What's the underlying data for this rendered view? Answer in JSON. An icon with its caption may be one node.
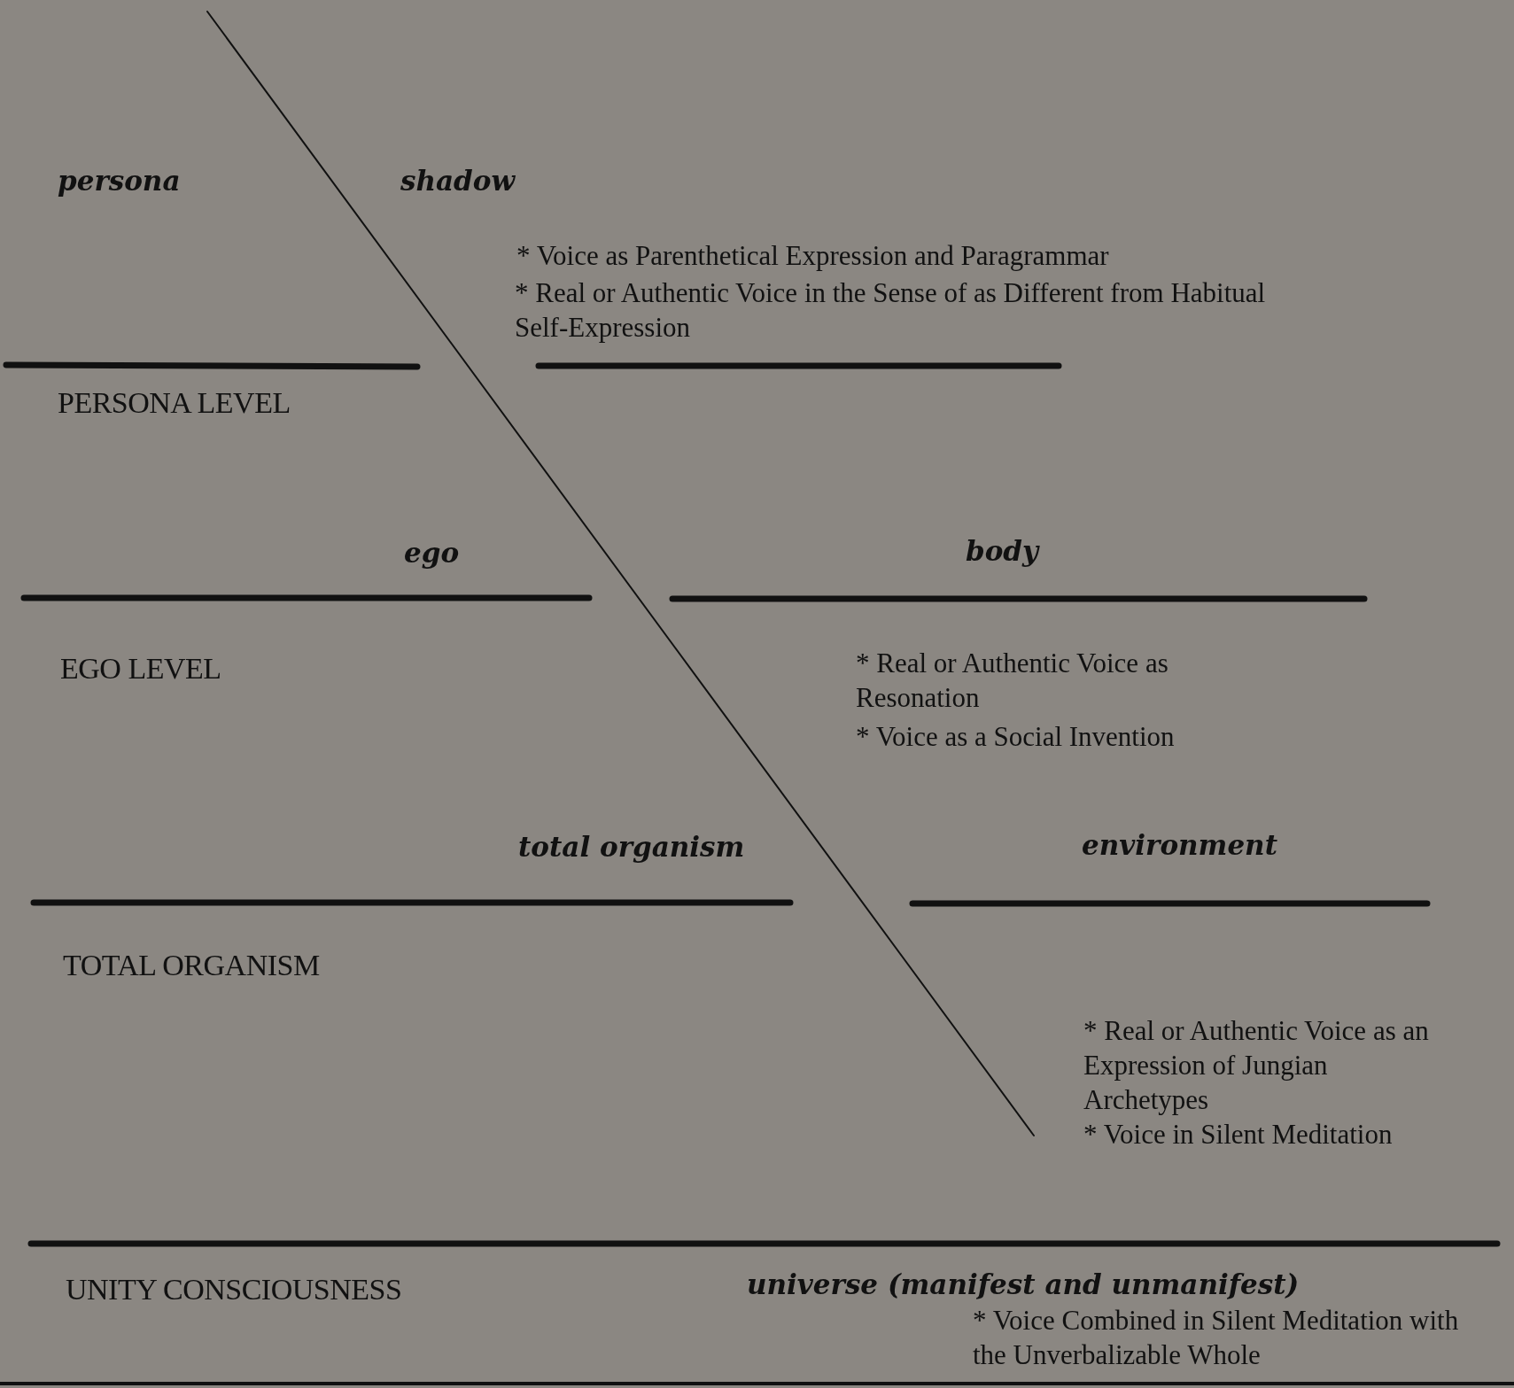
{
  "diagram": {
    "labels": [
      "persona",
      "shadow",
      "* Voice as Parenthetical Expression and Paragrammar",
      "* Real or Authentic Voice in the Sense of as Different from Habitual Self-Expression",
      "PERSONA LEVEL",
      "ego",
      "body",
      "EGO LEVEL",
      "* Real or Authentic Voice as Resonation",
      "* Voice as a Social Invention",
      "total organism",
      "environment",
      "TOTAL ORGANISM",
      "* Real or Authentic Voice as an Expression of Jungian Archetypes",
      "* Voice in Silent Meditation",
      "UNITY CONSCIOUSNESS",
      "universe (manifest and unmanifest)",
      "* Voice Combined in Silent Meditation with the Unverbalizable Whole"
    ]
  }
}
